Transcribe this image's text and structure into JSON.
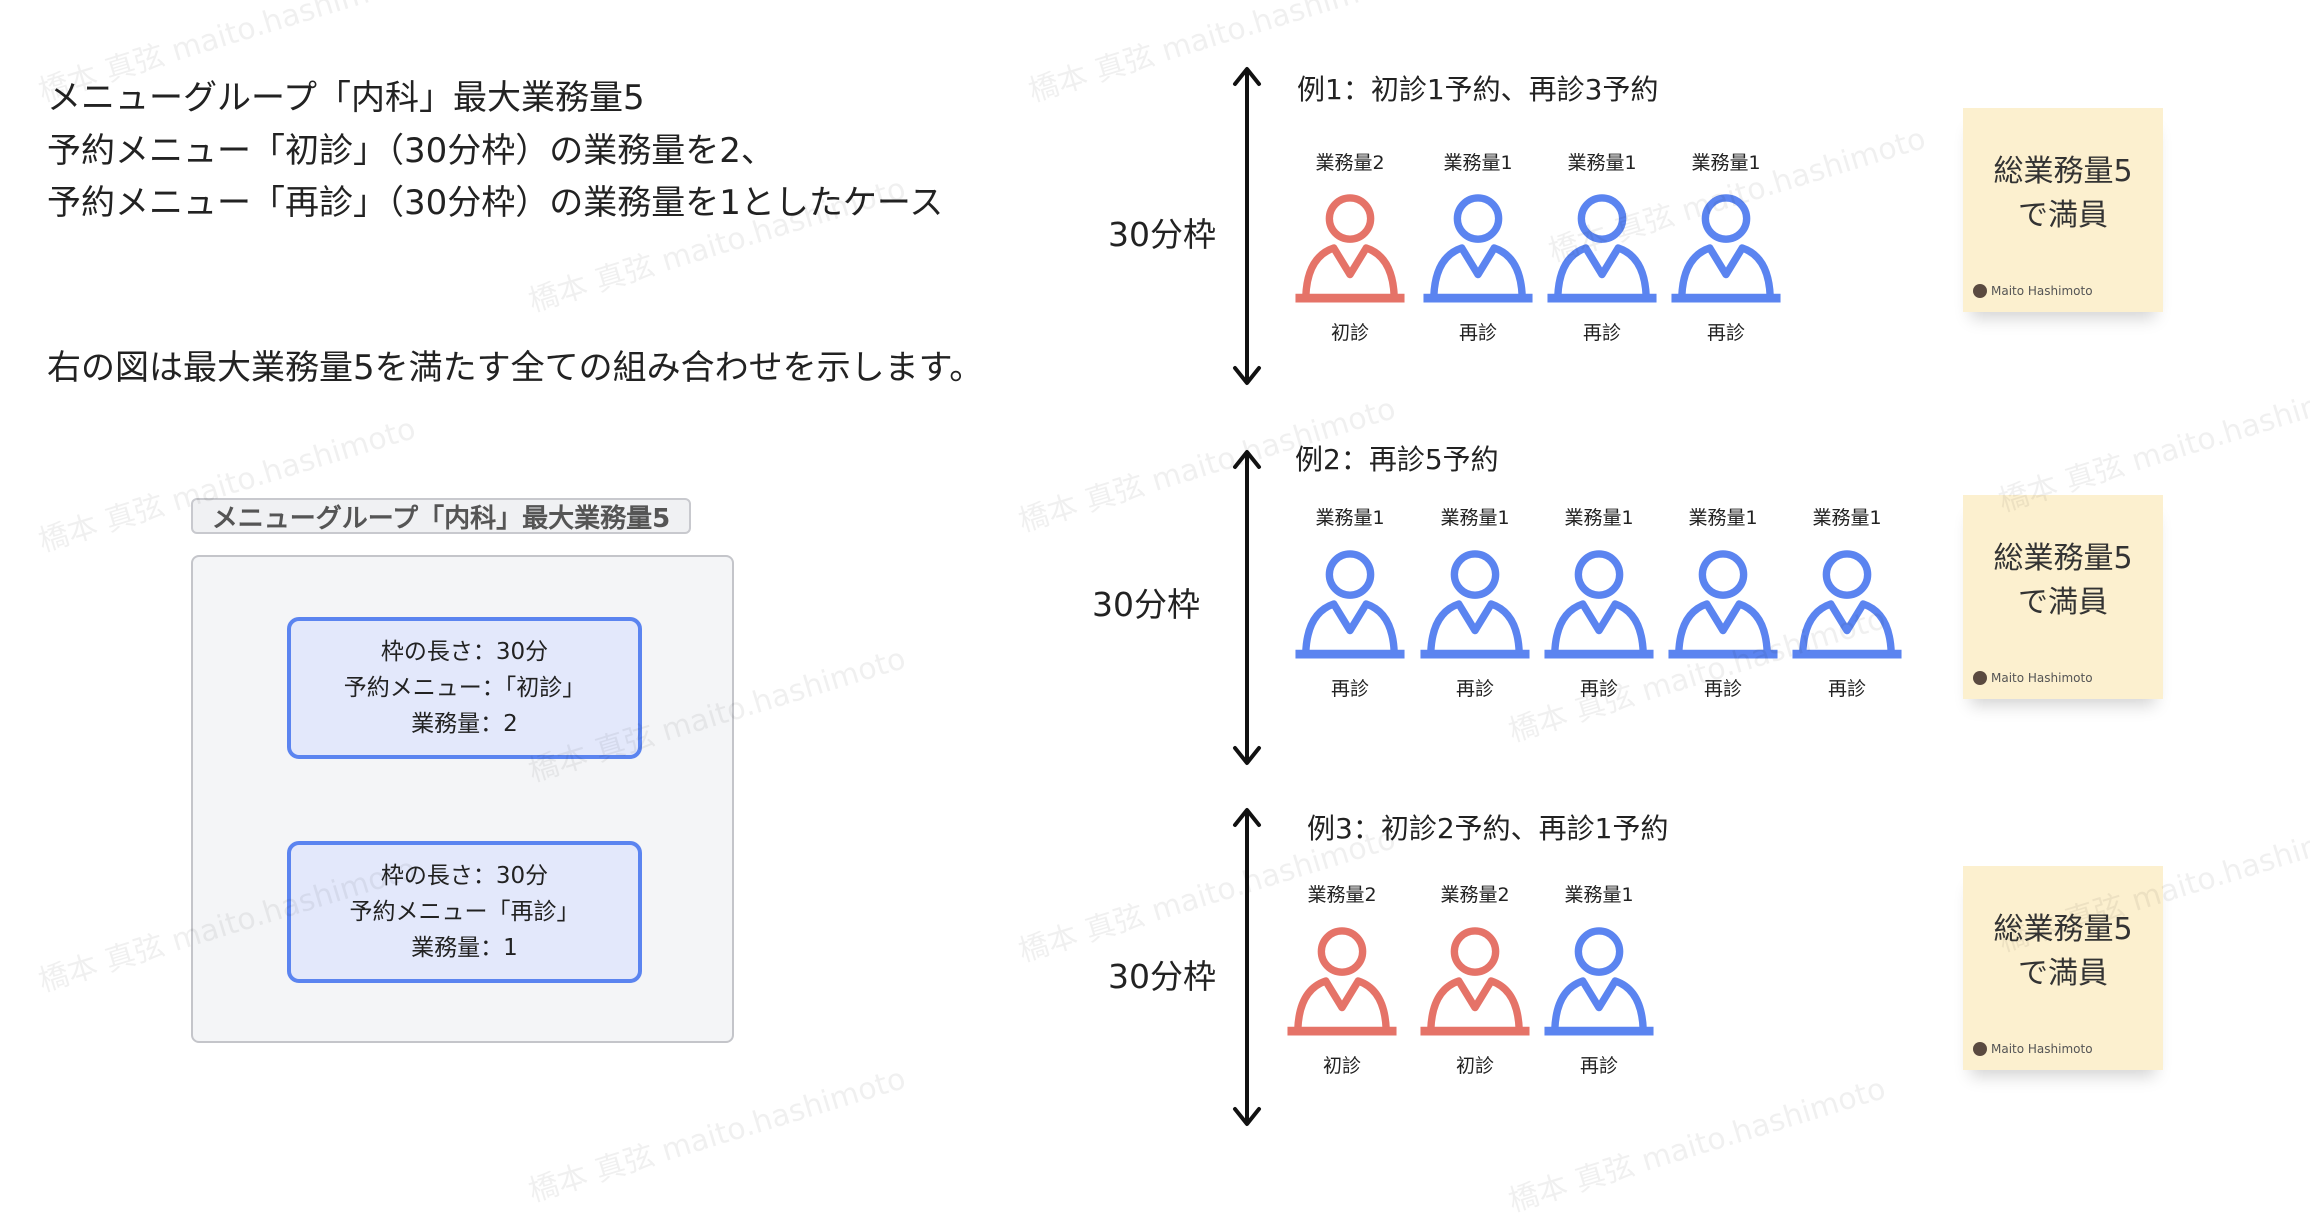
{
  "intro": {
    "lines": [
      "メニューグループ「内科」最大業務量5",
      "予約メニュー「初診」（30分枠）の業務量を2、",
      "予約メニュー「再診」（30分枠）の業務量を1としたケース"
    ],
    "caption": "右の図は最大業務量5を満たす全ての組み合わせを示します。"
  },
  "group": {
    "label": "メニューグループ「内科」最大業務量5",
    "menus": [
      {
        "line1": "枠の長さ：30分",
        "line2": "予約メニュー：「初診」",
        "line3": "業務量：2"
      },
      {
        "line1": "枠の長さ：30分",
        "line2": "予約メニュー「再診」",
        "line3": "業務量：1"
      }
    ]
  },
  "colors": {
    "first_visit": "#e57368",
    "revisit": "#5b84f0",
    "note_bg": "#fcf0cf"
  },
  "examples": [
    {
      "title": "例1：初診1予約、再診3予約",
      "slot": "30分枠",
      "people": [
        {
          "load": "業務量2",
          "type": "初診",
          "kind": "first"
        },
        {
          "load": "業務量1",
          "type": "再診",
          "kind": "re"
        },
        {
          "load": "業務量1",
          "type": "再診",
          "kind": "re"
        },
        {
          "load": "業務量1",
          "type": "再診",
          "kind": "re"
        }
      ],
      "note": {
        "line1": "総業務量5",
        "line2": "で満員",
        "author": "Maito Hashimoto"
      }
    },
    {
      "title": "例2：再診5予約",
      "slot": "30分枠",
      "people": [
        {
          "load": "業務量1",
          "type": "再診",
          "kind": "re"
        },
        {
          "load": "業務量1",
          "type": "再診",
          "kind": "re"
        },
        {
          "load": "業務量1",
          "type": "再診",
          "kind": "re"
        },
        {
          "load": "業務量1",
          "type": "再診",
          "kind": "re"
        },
        {
          "load": "業務量1",
          "type": "再診",
          "kind": "re"
        }
      ],
      "note": {
        "line1": "総業務量5",
        "line2": "で満員",
        "author": "Maito Hashimoto"
      }
    },
    {
      "title": "例3：初診2予約、再診1予約",
      "slot": "30分枠",
      "people": [
        {
          "load": "業務量2",
          "type": "初診",
          "kind": "first"
        },
        {
          "load": "業務量2",
          "type": "初診",
          "kind": "first"
        },
        {
          "load": "業務量1",
          "type": "再診",
          "kind": "re"
        }
      ],
      "note": {
        "line1": "総業務量5",
        "line2": "で満員",
        "author": "Maito Hashimoto"
      }
    }
  ],
  "watermark": "橋本 真弦 maito.hashimoto"
}
